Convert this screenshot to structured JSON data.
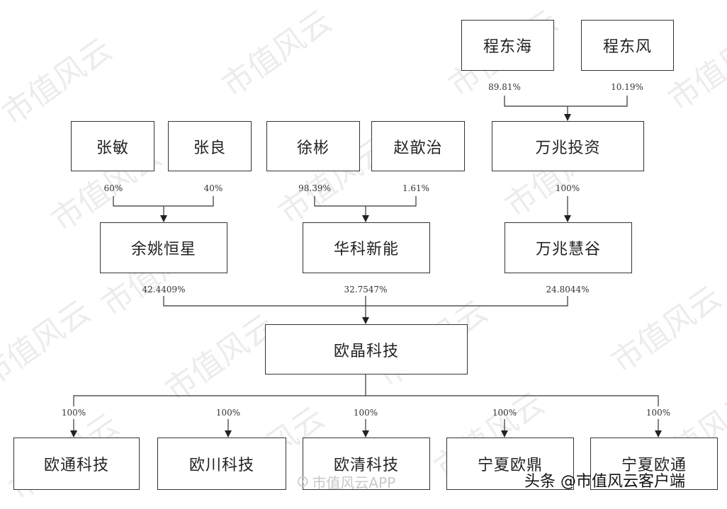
{
  "watermark_text": "市值风云",
  "nodes": {
    "cheng_donghai": "程东海",
    "cheng_dongfeng": "程东风",
    "zhang_min": "张敏",
    "zhang_liang": "张良",
    "xu_bin": "徐彬",
    "zhao_xinzhi": "赵歆治",
    "wanzhao_touzi": "万兆投资",
    "yuyao_hengxing": "余姚恒星",
    "huake_xinneng": "华科新能",
    "wanzhao_huigu": "万兆慧谷",
    "oupin_keji": "欧晶科技",
    "outong_keji": "欧通科技",
    "ouchuan_keji": "欧川科技",
    "ouqing_keji": "欧清科技",
    "ningxia_ouding": "宁夏欧鼎",
    "ningxia_outong": "宁夏欧通"
  },
  "percentages": {
    "cheng_donghai_to_wanzhao_touzi": "89.81%",
    "cheng_dongfeng_to_wanzhao_touzi": "10.19%",
    "zhang_min_to_yuyao": "60%",
    "zhang_liang_to_yuyao": "40%",
    "xu_bin_to_huake": "98.39%",
    "zhao_xinzhi_to_huake": "1.61%",
    "wanzhao_touzi_to_huigu": "100%",
    "yuyao_to_oupin": "42.4409%",
    "huake_to_oupin": "32.7547%",
    "huigu_to_oupin": "24.8044%",
    "oupin_to_outong": "100%",
    "oupin_to_ouchuan": "100%",
    "oupin_to_ouqing": "100%",
    "oupin_to_nx_ouding": "100%",
    "oupin_to_nx_outong": "100%"
  },
  "footer": {
    "weibo_logo": "⊙",
    "weibo_watermark": "市值风云APP",
    "source_label": "头条 @市值风云客户端"
  }
}
